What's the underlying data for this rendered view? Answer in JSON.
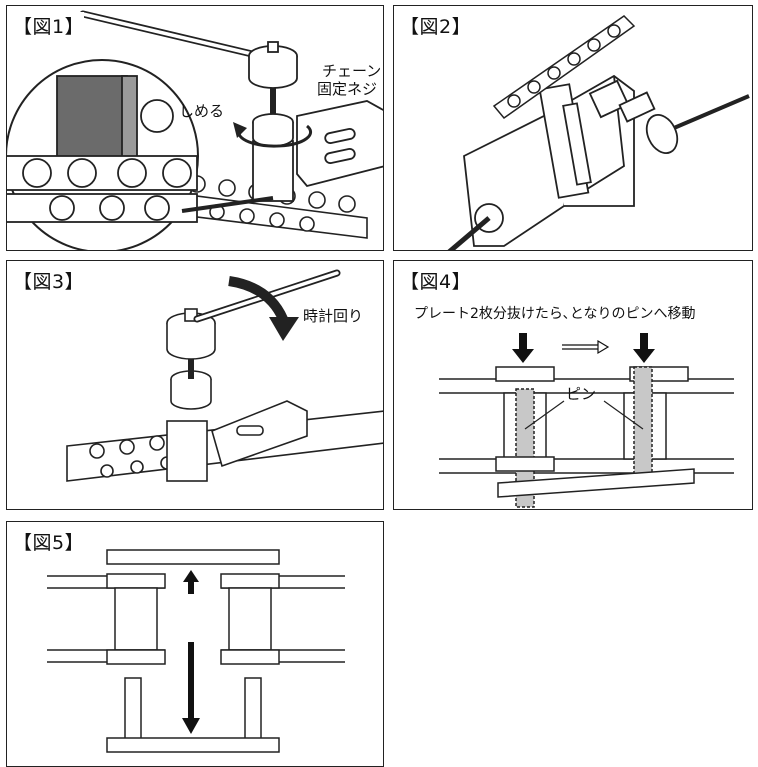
{
  "figures": [
    {
      "title": "【図1】",
      "labels": {
        "screw": "チェーン\n固定ネジ",
        "screw_line1": "チェーン",
        "screw_line2": "固定ネジ",
        "tighten": "しめる"
      }
    },
    {
      "title": "【図2】"
    },
    {
      "title": "【図3】",
      "labels": {
        "clockwise": "時計回り"
      }
    },
    {
      "title": "【図4】",
      "labels": {
        "instruction": "プレート2枚分抜けたら､となりのピンへ移動",
        "pin": "ピン"
      }
    },
    {
      "title": "【図5】"
    }
  ],
  "colors": {
    "line": "#222222",
    "pin_fill": "#c8c8c8",
    "dark_fill": "#6b6b6b",
    "arrow": "#111111"
  }
}
